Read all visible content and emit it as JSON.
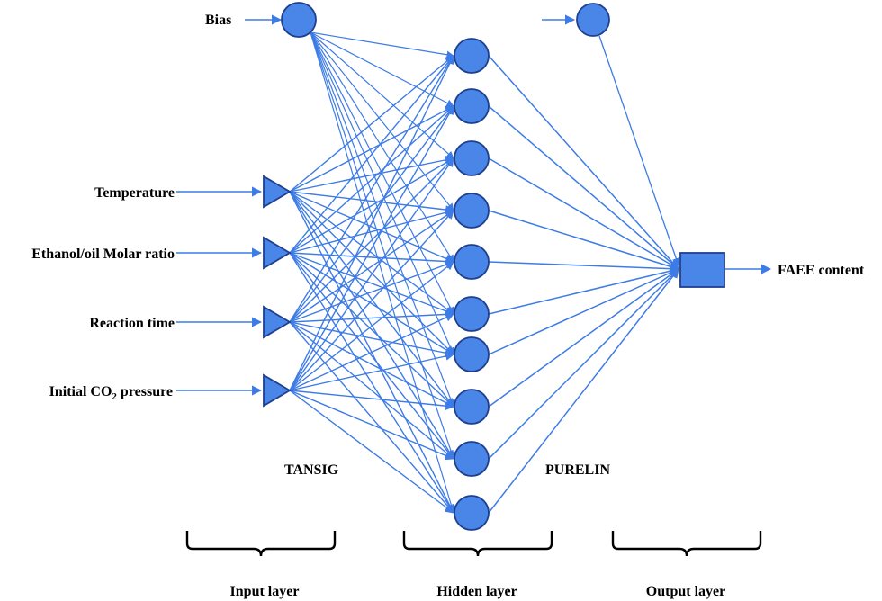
{
  "bias_label": "Bias",
  "inputs": [
    {
      "label": "Temperature"
    },
    {
      "label": "Ethanol/oil Molar ratio"
    },
    {
      "label": "Reaction time"
    },
    {
      "label_prefix": "Initial CO",
      "label_sub": "2",
      "label_suffix": " pressure"
    }
  ],
  "hidden_neuron_count": 10,
  "output_label": "FAEE content",
  "transfer_functions": {
    "hidden": "TANSIG",
    "output": "PURELIN"
  },
  "layers": {
    "input": "Input layer",
    "hidden": "Hidden layer",
    "output": "Output layer"
  },
  "colors": {
    "node_fill": "#4a86e8",
    "node_stroke": "#1f3f8f",
    "edge": "#3d7be6"
  }
}
